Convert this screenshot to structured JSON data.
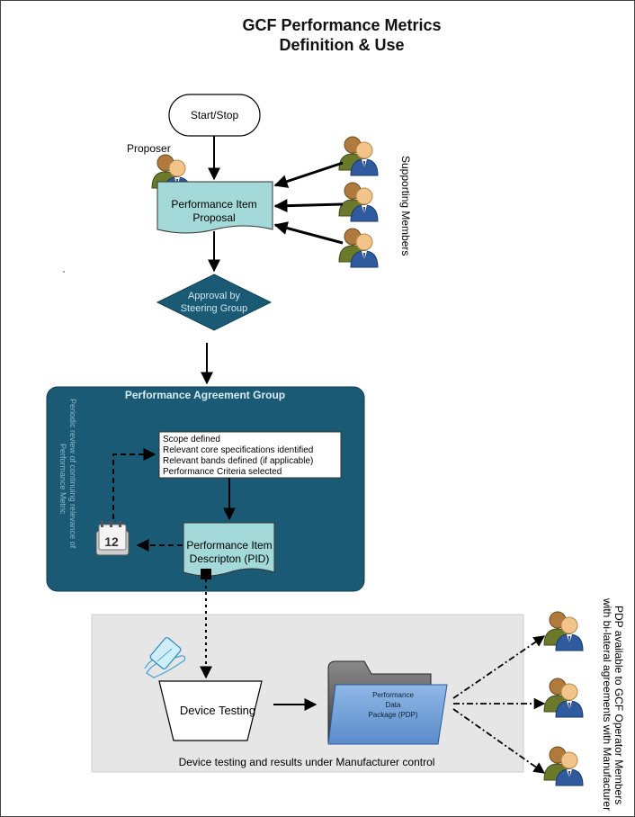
{
  "title": {
    "line1": "GCF Performance Metrics",
    "line2": "Definition & Use"
  },
  "start_stop": "Start/Stop",
  "proposer_label": "Proposer",
  "proposal": {
    "line1": "Performance Item",
    "line2": "Proposal"
  },
  "supporting_members": "Supporting Members",
  "approval": {
    "line1": "Approval by",
    "line2": "Steering Group"
  },
  "pag": {
    "title": "Performance Agreement Group"
  },
  "periodic_review": {
    "line1": "Periodic review of continuing relevance of",
    "line2": "Performance Metric"
  },
  "scope_items": [
    "Scope defined",
    "Relevant core specifications identified",
    "Relevant bands defined (if applicable)",
    "Performance Criteria selected"
  ],
  "calendar_day": "12",
  "pid": {
    "line1": "Performance Item",
    "line2": "Descripton (PID)"
  },
  "device_testing": "Device Testing",
  "pdp": {
    "line1": "Performance",
    "line2": "Data",
    "line3": "Package (PDP)"
  },
  "manufacturer_caption": "Device testing and results under Manufacturer control",
  "pdp_available": {
    "line1": "PDP available to GCF Operator Members",
    "line2": "with bi-lateral agreements with Manufacturer"
  },
  "colors": {
    "teal_dark": "#1b5a74",
    "teal_light": "#9fd6d6",
    "gray_panel": "#e6e6e6",
    "folder_blue": "#6d9ed6"
  }
}
